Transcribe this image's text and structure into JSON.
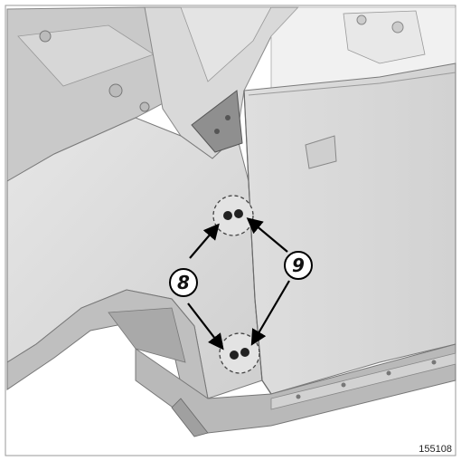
{
  "callouts": {
    "left_label": "8",
    "right_label": "9"
  },
  "reference_number": "155108",
  "colors": {
    "body_panel": "#dcdcdc",
    "panel_shade": "#bdbdbd",
    "outline": "#7a7a7a",
    "arrow": "#000000"
  }
}
